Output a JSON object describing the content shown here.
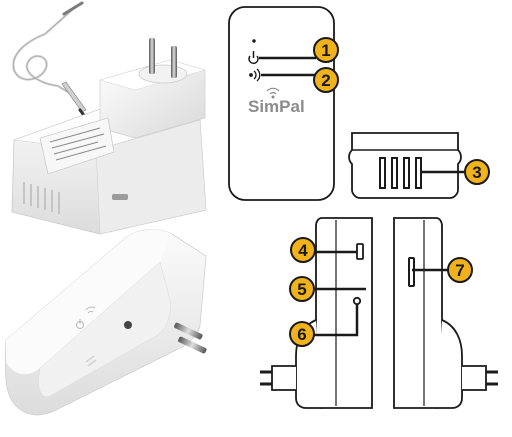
{
  "brand": "SimPal",
  "callouts": [
    "1",
    "2",
    "3",
    "4",
    "5",
    "6",
    "7"
  ],
  "colors": {
    "callout_fill": "#f2b21b",
    "callout_stroke": "#1a1a1a",
    "device_body": "#f4f4f4",
    "line_art": "#1a1a1a",
    "brand_text": "#8c8c8c"
  },
  "icons": [
    "power-icon",
    "wifi-signal-icon",
    "plug-icon",
    "temperature-probe-icon"
  ]
}
